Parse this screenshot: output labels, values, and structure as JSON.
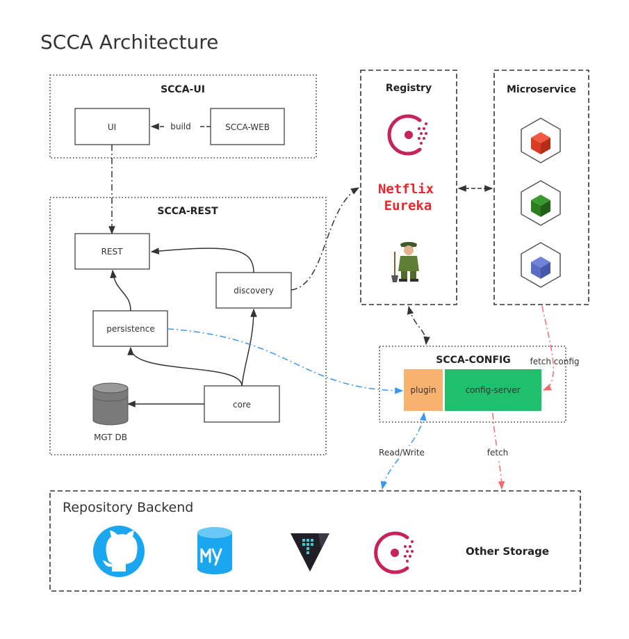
{
  "title": "SCCA Architecture",
  "groups": {
    "ui": "SCCA-UI",
    "rest": "SCCA-REST",
    "registry": "Registry",
    "microservice": "Microservice",
    "config": "SCCA-CONFIG",
    "backend": "Repository Backend"
  },
  "nodes": {
    "ui": "UI",
    "web": "SCCA-WEB",
    "rest": "REST",
    "discovery": "discovery",
    "persistence": "persistence",
    "core": "core",
    "mgt_db": "MGT DB",
    "plugin": "plugin",
    "config_server": "config-server",
    "eureka_line1": "Netflix",
    "eureka_line2": "Eureka",
    "other_storage": "Other Storage"
  },
  "edges": {
    "build": "build",
    "fetch_config": "fetch config",
    "read_write": "Read/Write",
    "fetch": "fetch"
  },
  "icons": {
    "registry_top": "consul-icon",
    "registry_bottom": "eureka-mascot-icon",
    "microservices": [
      "red-cube-icon",
      "green-cube-icon",
      "blue-cube-icon"
    ],
    "backends": [
      "github-icon",
      "mysql-icon",
      "vault-icon",
      "consul-icon"
    ]
  },
  "colors": {
    "plugin": "#f9b270",
    "config_server": "#1fc06d",
    "read_write_arrow": "#3a97f0",
    "fetch_arrow": "#f26b6b",
    "eureka_text": "#e8262d",
    "consul": "#c6235c",
    "backend_icon": "#1aa7ef"
  }
}
